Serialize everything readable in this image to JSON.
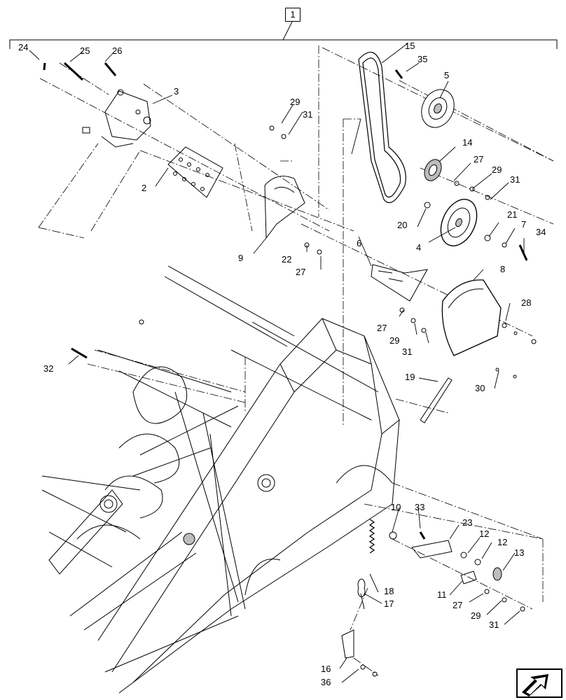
{
  "assembly": {
    "label": "1"
  },
  "callouts": {
    "c2": "2",
    "c3": "3",
    "c4": "4",
    "c5": "5",
    "c6": "6",
    "c7": "7",
    "c8": "8",
    "c9": "9",
    "c10": "10",
    "c11": "11",
    "c12a": "12",
    "c12b": "12",
    "c13": "13",
    "c14": "14",
    "c15": "15",
    "c16": "16",
    "c17": "17",
    "c18": "18",
    "c19": "19",
    "c20": "20",
    "c21": "21",
    "c22": "22",
    "c23": "23",
    "c24": "24",
    "c25": "25",
    "c26": "26",
    "c27a": "27",
    "c27b": "27",
    "c27c": "27",
    "c27d": "27",
    "c28": "28",
    "c29a": "29",
    "c29b": "29",
    "c29c": "29",
    "c29d": "29",
    "c30": "30",
    "c31a": "31",
    "c31b": "31",
    "c31c": "31",
    "c31d": "31",
    "c32": "32",
    "c33": "33",
    "c34": "34",
    "c35": "35",
    "c36": "36"
  },
  "icons": {
    "nav": "next-page-arrow-icon"
  },
  "colors": {
    "line": "#000000",
    "background": "#ffffff",
    "shade": "#bdbdbd"
  }
}
